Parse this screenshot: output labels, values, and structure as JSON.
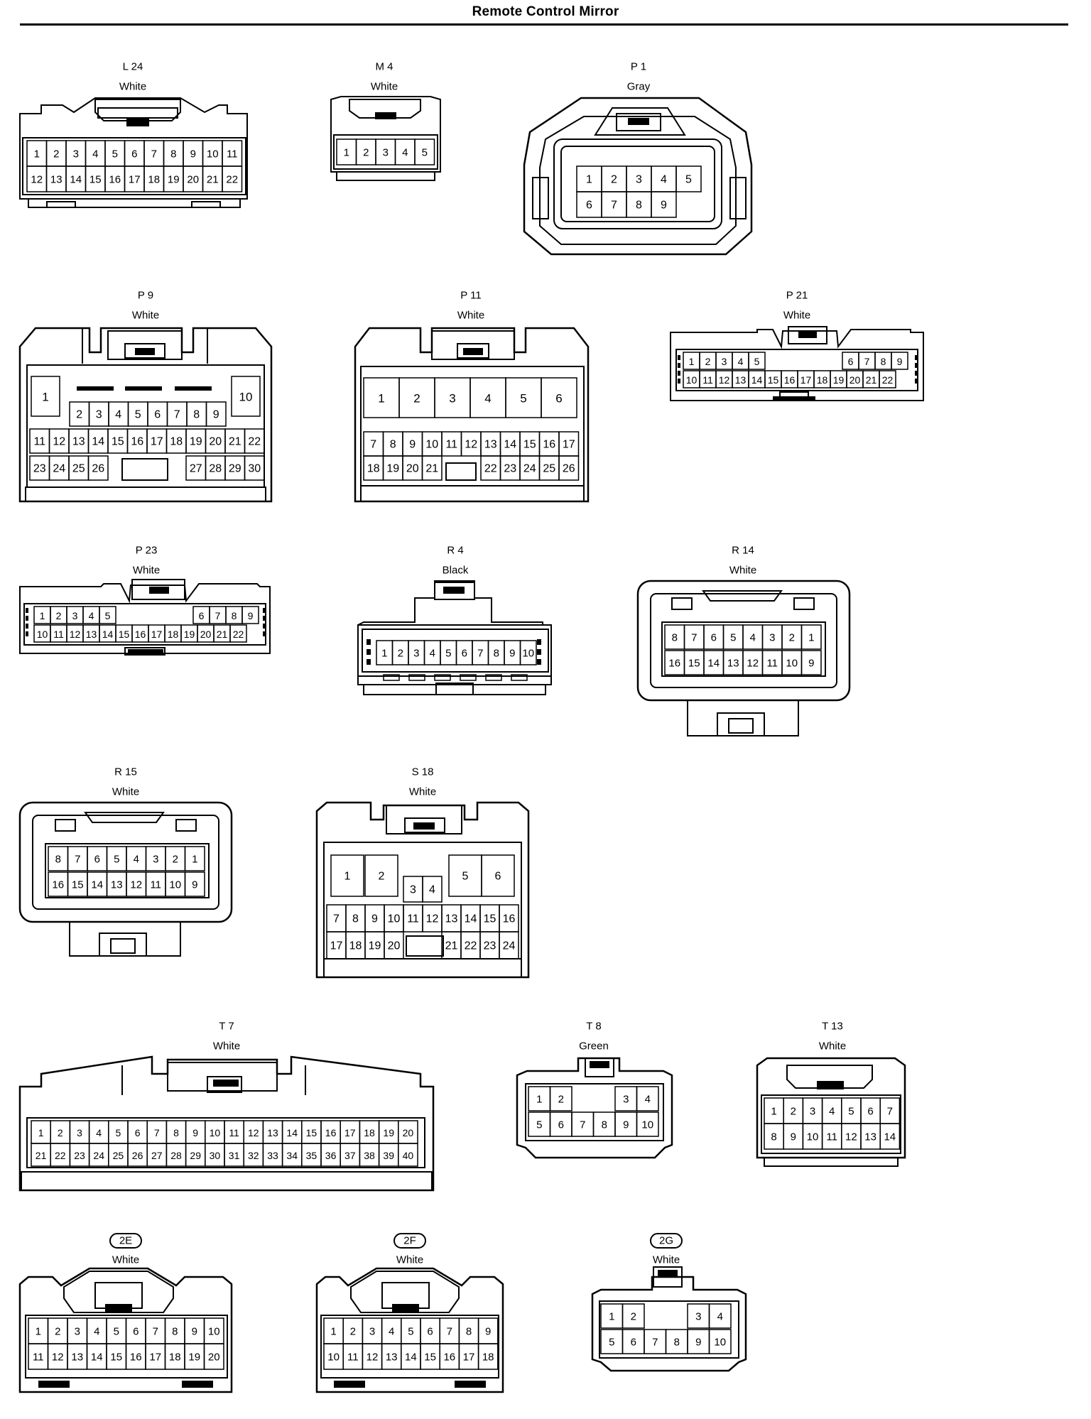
{
  "title": "Remote Control Mirror",
  "connectors": [
    {
      "id": "L24",
      "code": "L 24",
      "color": "White"
    },
    {
      "id": "M4",
      "code": "M 4",
      "color": "White"
    },
    {
      "id": "P1",
      "code": "P 1",
      "color": "Gray"
    },
    {
      "id": "P9",
      "code": "P 9",
      "color": "White"
    },
    {
      "id": "P11",
      "code": "P 11",
      "color": "White"
    },
    {
      "id": "P21",
      "code": "P 21",
      "color": "White"
    },
    {
      "id": "P23",
      "code": "P 23",
      "color": "White"
    },
    {
      "id": "R4",
      "code": "R 4",
      "color": "Black"
    },
    {
      "id": "R14",
      "code": "R 14",
      "color": "White"
    },
    {
      "id": "R15",
      "code": "R 15",
      "color": "White"
    },
    {
      "id": "S18",
      "code": "S 18",
      "color": "White"
    },
    {
      "id": "T7",
      "code": "T 7",
      "color": "White"
    },
    {
      "id": "T8",
      "code": "T 8",
      "color": "Green"
    },
    {
      "id": "T13",
      "code": "T 13",
      "color": "White"
    },
    {
      "id": "2E",
      "code": "2E",
      "color": "White",
      "oval": true
    },
    {
      "id": "2F",
      "code": "2F",
      "color": "White",
      "oval": true
    },
    {
      "id": "2G",
      "code": "2G",
      "color": "White",
      "oval": true
    }
  ]
}
